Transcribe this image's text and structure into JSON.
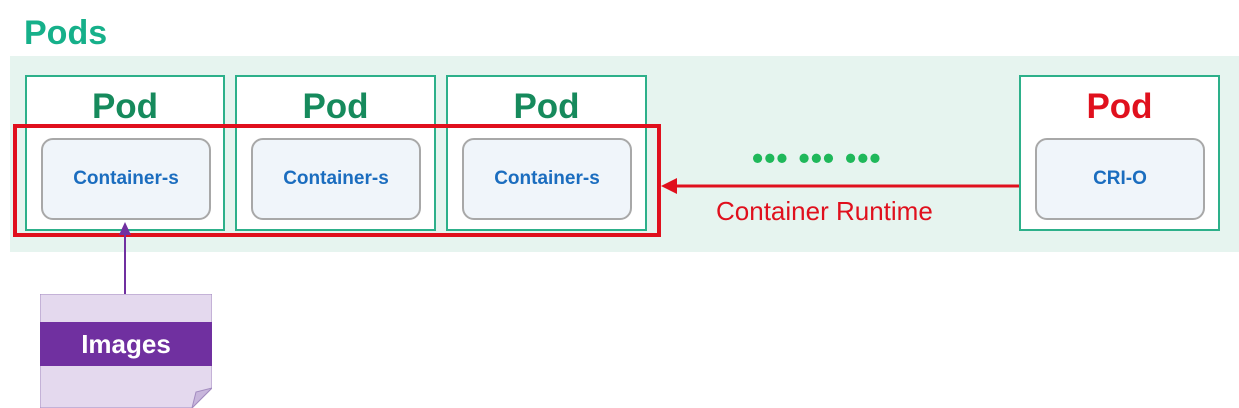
{
  "title": "Pods",
  "pods": [
    {
      "label": "Pod",
      "container_label": "Container-s"
    },
    {
      "label": "Pod",
      "container_label": "Container-s"
    },
    {
      "label": "Pod",
      "container_label": "Container-s"
    }
  ],
  "runtime_pod": {
    "label": "Pod",
    "container_label": "CRI-O"
  },
  "ellipsis": "••• ••• •••",
  "runtime_arrow_label": "Container Runtime",
  "images_label": "Images",
  "colors": {
    "title_green": "#16b08a",
    "pod_green": "#168a5c",
    "highlight_red": "#e0101d",
    "container_blue": "#1b6dbf",
    "images_purple": "#7030a0",
    "dots_green": "#1fb85a"
  }
}
